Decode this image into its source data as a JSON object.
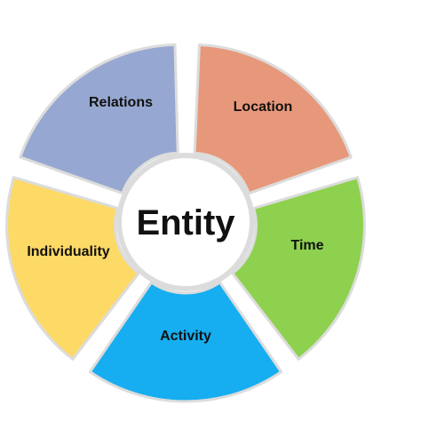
{
  "center": {
    "label": "Entity",
    "color": "#ffffff"
  },
  "segments": [
    {
      "label": "Location",
      "color": "#e8987a"
    },
    {
      "label": "Time",
      "color": "#8ed14f"
    },
    {
      "label": "Activity",
      "color": "#16aef0"
    },
    {
      "label": "Individuality",
      "color": "#fdd966"
    },
    {
      "label": "Relations",
      "color": "#96a8d1"
    }
  ],
  "colors": {
    "outline": "#dcdcdc"
  }
}
